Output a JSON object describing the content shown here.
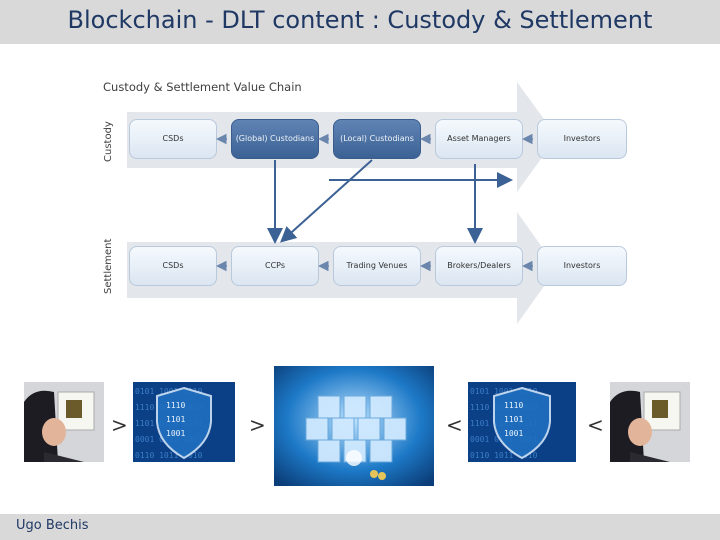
{
  "slide": {
    "title": "Blockchain - DLT content : Custody & Settlement",
    "author": "Ugo Bechis"
  },
  "diagram": {
    "title": "Custody & Settlement Value Chain",
    "custody_label": "Custody",
    "settlement_label": "Settlement",
    "custody_row": [
      "CSDs",
      "(Global) Custodians",
      "(Local) Custodians",
      "Asset Managers",
      "Investors"
    ],
    "settlement_row": [
      "CSDs",
      "CCPs",
      "Trading Venues",
      "Brokers/Dealers",
      "Investors"
    ]
  },
  "flow": {
    "ops": [
      ">",
      ">",
      "<",
      "<"
    ],
    "images": [
      "person-holding-id-card",
      "shield-binary",
      "blockchain-cubes",
      "shield-binary",
      "person-holding-id-card"
    ]
  },
  "colors": {
    "title": "#1f3864",
    "bar": "#d9d9d9",
    "dark_box": "#3c6295",
    "light_box": "#dbe6f2"
  }
}
